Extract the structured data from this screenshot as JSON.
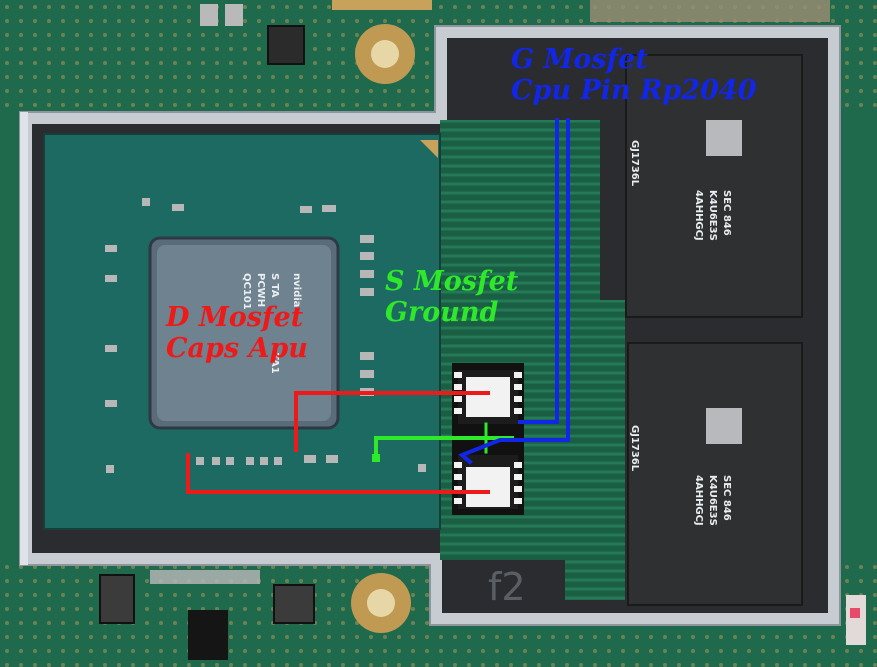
{
  "image": {
    "description_free": true
  },
  "annotations": {
    "gate": {
      "line1": "G Mosfet",
      "line2": "Cpu Pin Rp2040",
      "color": "#1226e8"
    },
    "source": {
      "line1": "S Mosfet",
      "line2": "Ground",
      "color": "#2ee82a"
    },
    "drain": {
      "line1": "D Mosfet",
      "line2": "Caps Apu",
      "color": "#ee1a1a"
    }
  },
  "board_text": {
    "silkscreen": "f2",
    "soc_brand": "nvidia",
    "soc_lines": [
      "S TA",
      "PCWH",
      "QC101"
    ],
    "soc_side": "TA1",
    "ram_top_lines": [
      "SEC 846",
      "K4U6E3S",
      "4AHHGCJ"
    ],
    "ram_top_side": "GJ1736L",
    "ram_bottom_lines": [
      "SEC 846",
      "K4U6E3S",
      "4AHHGCJ"
    ],
    "ram_bottom_side": "GJ1736L"
  }
}
